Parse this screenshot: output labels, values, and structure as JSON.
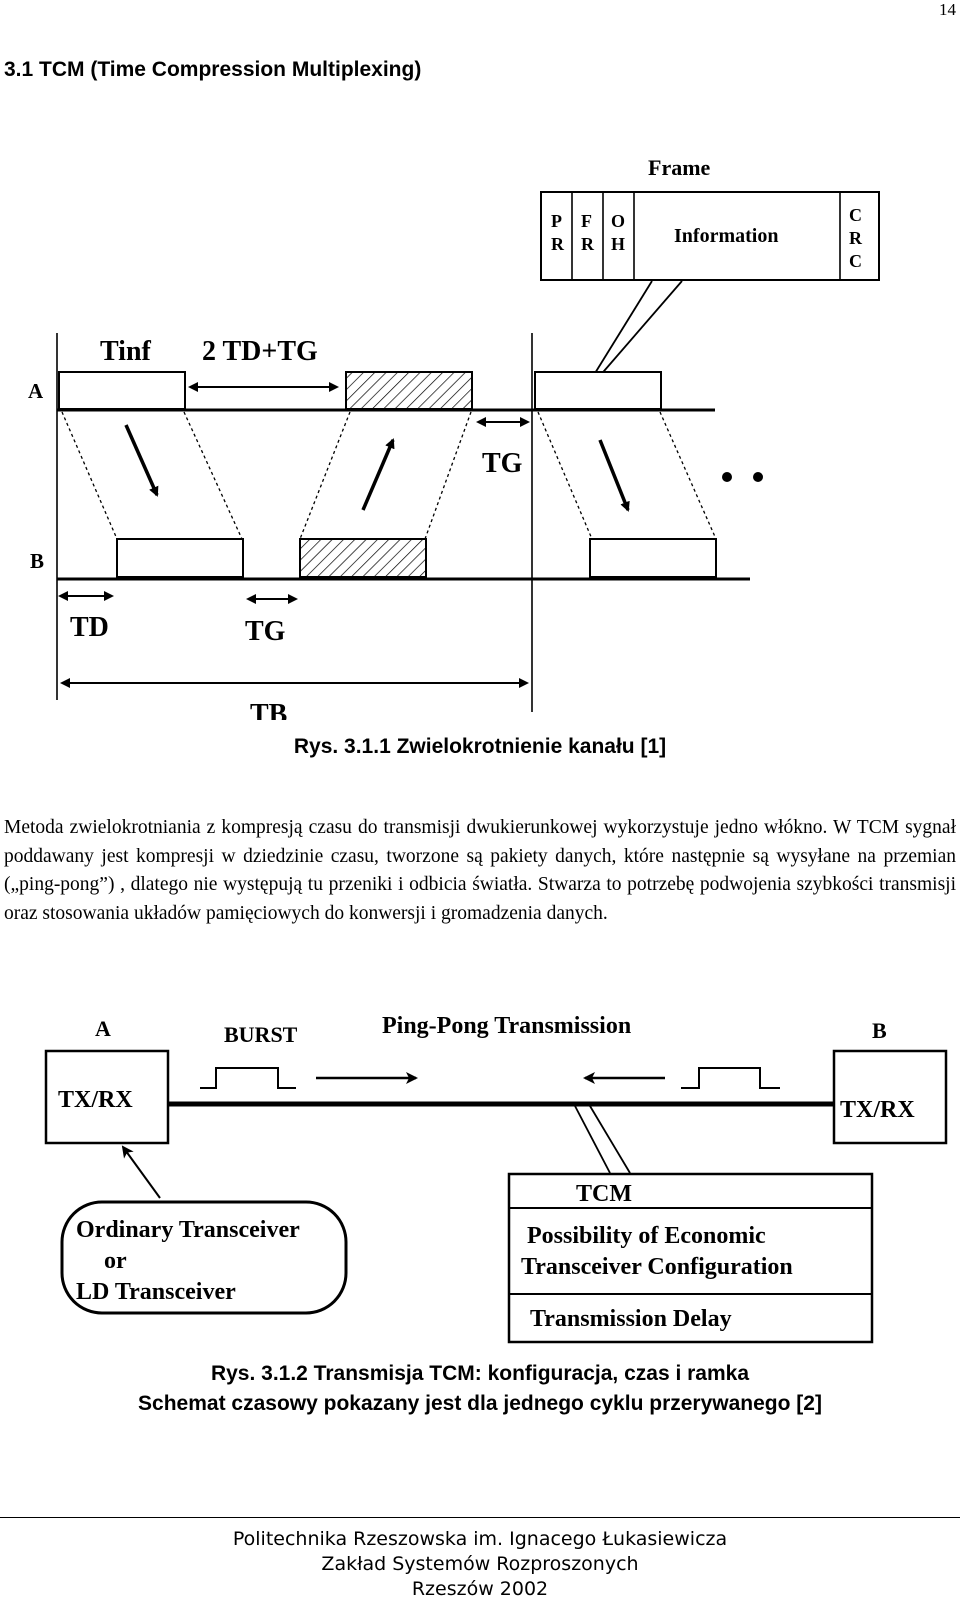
{
  "page_number": "14",
  "section_title": "3.1   TCM (Time Compression Multiplexing)",
  "figure1": {
    "frame_title": "Frame",
    "frame_cells": [
      {
        "line1": "P",
        "line2": "R"
      },
      {
        "line1": "F",
        "line2": "R"
      },
      {
        "line1": "O",
        "line2": "H"
      }
    ],
    "information_label": "Information",
    "crc": [
      "C",
      "R",
      "C"
    ],
    "station_a": "A",
    "station_b": "B",
    "t_inf": "Tinf",
    "two_td_tg": "2 TD+TG",
    "tg": "TG",
    "td": "TD",
    "tb": "TB",
    "dots": "• •",
    "caption": "Rys. 3.1.1 Zwielokrotnienie kanału  [1]"
  },
  "paragraph": "Metoda zwielokrotniania z kompresją czasu  do transmisji dwukierunkowej wykorzystuje jedno włókno.  W TCM sygnał poddawany jest kompresji w dziedzinie czasu, tworzone są pakiety danych, które następnie są wysyłane na przemian („ping-pong”) , dlatego nie występują tu przeniki i odbicia światła. Stwarza to potrzebę podwojenia szybkości transmisji oraz stosowania układów pamięciowych do konwersji i gromadzenia danych.",
  "figure2": {
    "station_a": "A",
    "station_b": "B",
    "burst": "BURST",
    "ping_pong": "Ping-Pong  Transmission",
    "txrx_a": "TX/RX",
    "txrx_b": "TX/RX",
    "transceiver_line1": "Ordinary  Transceiver",
    "transceiver_line2": "or",
    "transceiver_line3": "LD  Transceiver",
    "tcm_title": "TCM",
    "tcm_line1": "Possibility  of  Economic",
    "tcm_line2": "Transceiver  Configuration",
    "tcm_delay": "Transmission  Delay",
    "caption_line1": "Rys. 3.1.2 Transmisja TCM: konfiguracja, czas i ramka",
    "caption_line2": "Schemat czasowy pokazany jest dla jednego cyklu przerywanego [2]"
  },
  "footer": {
    "line1": "Politechnika Rzeszowska im. Ignacego Łukasiewicza",
    "line2": "Zakład Systemów Rozproszonych",
    "line3": "Rzeszów 2002"
  }
}
